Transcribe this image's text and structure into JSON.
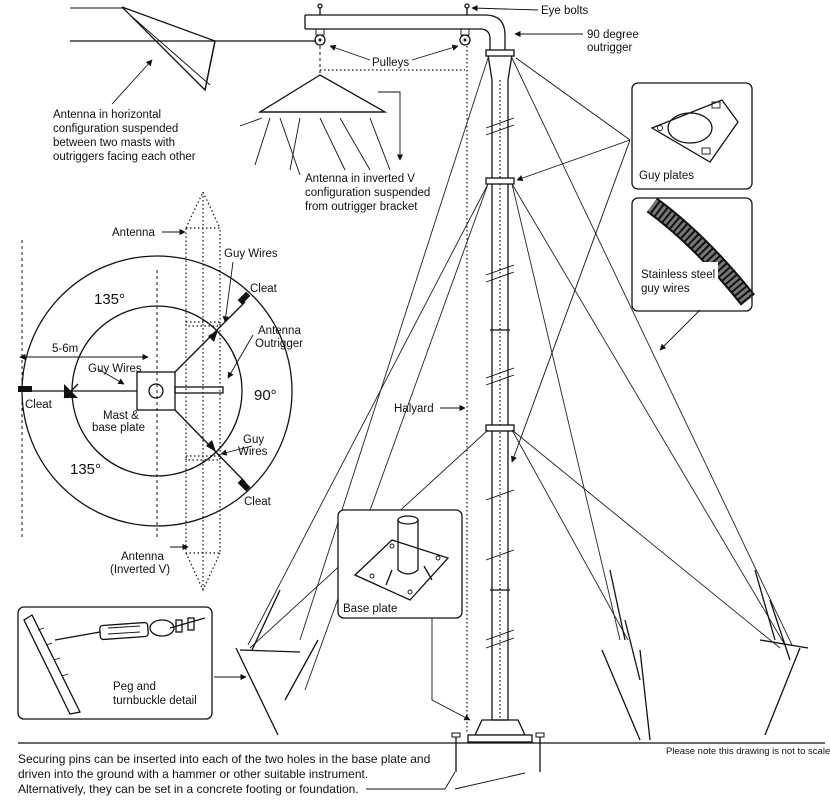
{
  "labels": {
    "eye_bolts": "Eye bolts",
    "outrigger_line1": "90 degree",
    "outrigger_line2": "outrigger",
    "pulleys": "Pulleys",
    "horiz_line1": "Antenna in horizontal",
    "horiz_line2": "configuration suspended",
    "horiz_line3": "between two masts with",
    "horiz_line4": "outriggers facing each other",
    "invv_line1": "Antenna in inverted V",
    "invv_line2": "configuration suspended",
    "invv_line3": "from outrigger bracket",
    "guy_plates": "Guy plates",
    "ss_line1": "Stainless steel",
    "ss_line2": "guy wires",
    "antenna": "Antenna",
    "guy_wires_top": "Guy Wires",
    "cleat_top": "Cleat",
    "antenna_outrigger_1": "Antenna",
    "antenna_outrigger_2": "Outrigger",
    "angle_135_top": "135°",
    "distance": "5-6m",
    "guy_wires_left": "Guy Wires",
    "cleat_left": "Cleat",
    "mast_1": "Mast &",
    "mast_2": "base plate",
    "angle_90": "90°",
    "guy_lower_1": "Guy",
    "guy_lower_2": "Wires",
    "angle_135_bottom": "135°",
    "cleat_bottom": "Cleat",
    "antenna_inv_1": "Antenna",
    "antenna_inv_2": "(Inverted V)",
    "halyard": "Halyard",
    "base_plate": "Base plate",
    "peg_1": "Peg and",
    "peg_2": "turnbuckle detail",
    "scale_note": "Please note this drawing is not to scale.",
    "foot_1": "Securing pins can be inserted into each of the two holes in the base plate and",
    "foot_2": "driven into the ground with a hammer or other suitable instrument.",
    "foot_3": "Alternatively, they can be set in a concrete footing or foundation."
  }
}
